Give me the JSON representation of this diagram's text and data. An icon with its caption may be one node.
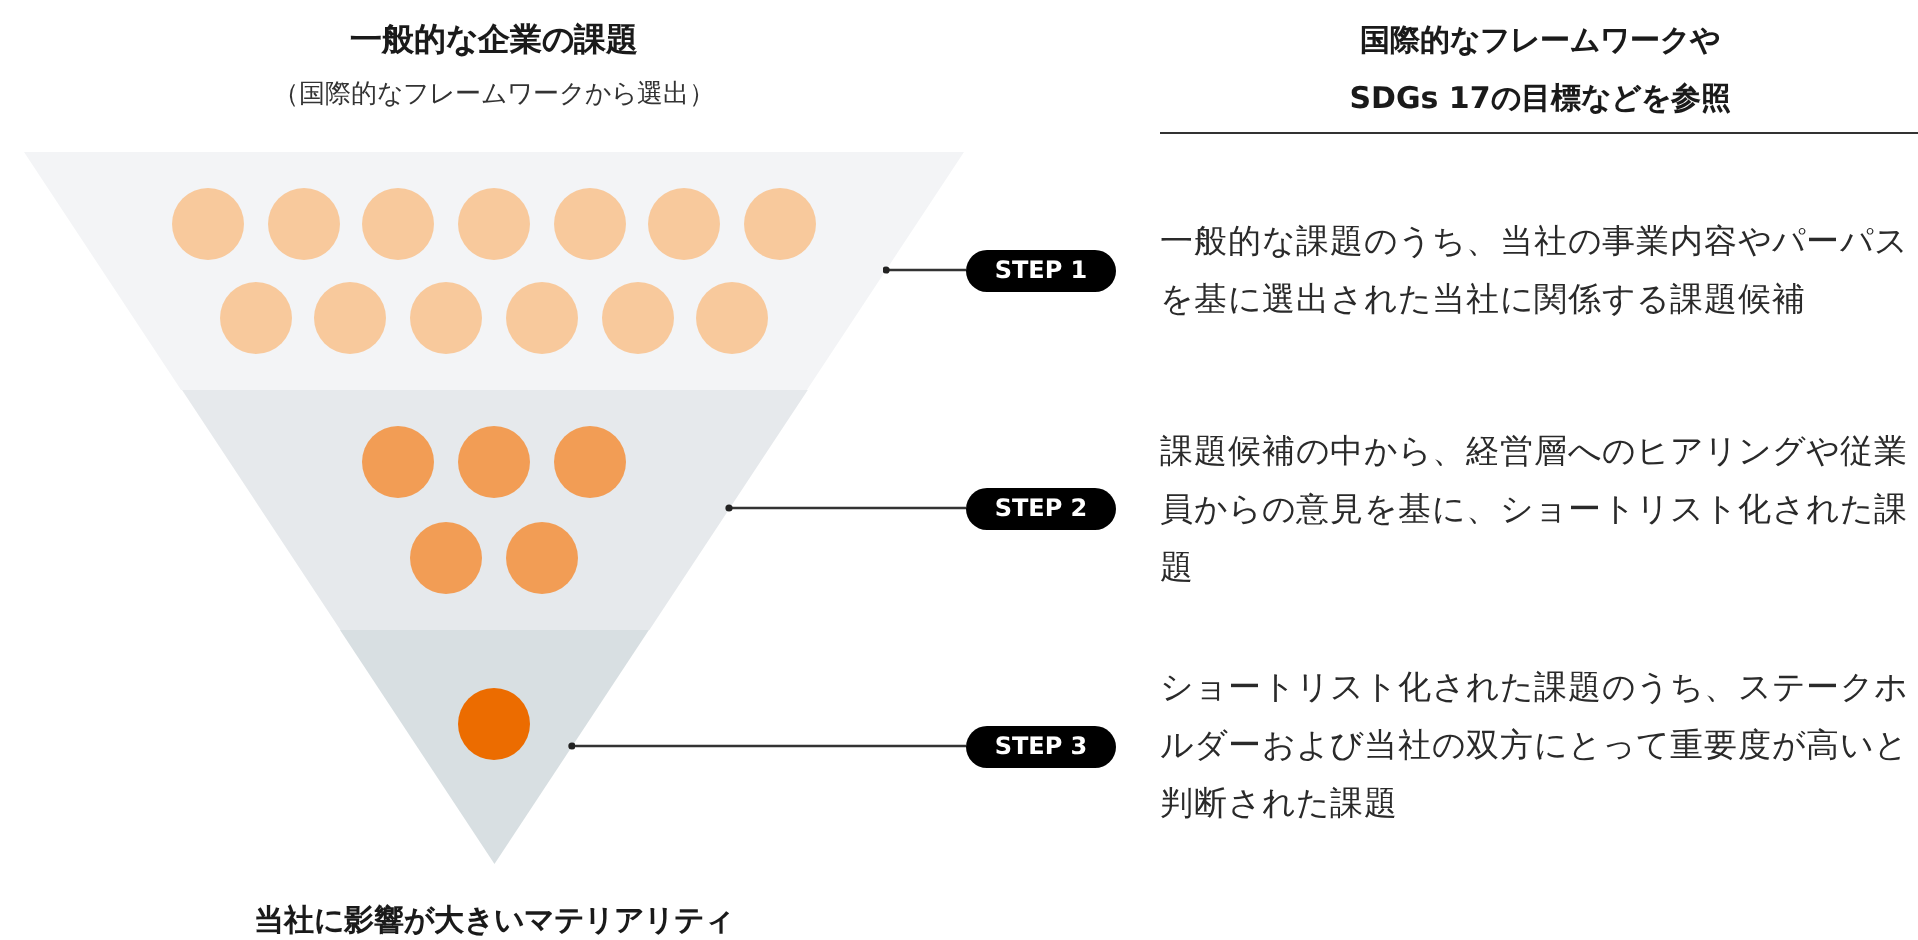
{
  "diagram": {
    "nodes": [
      {
        "text": [],
        "shape": "band"
      },
      {
        "text": [],
        "shape": "band"
      },
      {
        "text": [],
        "shape": "triangle"
      },
      {
        "text": [],
        "shape": "circle",
        "in": 0
      },
      {
        "text": [],
        "shape": "circle",
        "in": 0
      },
      {
        "text": [],
        "shape": "circle",
        "in": 0
      },
      {
        "text": [],
        "shape": "circle",
        "in": 0
      },
      {
        "text": [],
        "shape": "circle",
        "in": 0
      },
      {
        "text": [],
        "shape": "circle",
        "in": 0
      },
      {
        "text": [],
        "shape": "circle",
        "in": 0
      },
      {
        "text": [],
        "shape": "circle",
        "in": 0
      },
      {
        "text": [],
        "shape": "circle",
        "in": 0
      },
      {
        "text": [],
        "shape": "circle",
        "in": 0
      },
      {
        "text": [],
        "shape": "circle",
        "in": 0
      },
      {
        "text": [],
        "shape": "circle",
        "in": 0
      },
      {
        "text": [],
        "shape": "circle",
        "in": 0
      },
      {
        "text": [],
        "shape": "circle",
        "in": 1
      },
      {
        "text": [],
        "shape": "circle",
        "in": 1
      },
      {
        "text": [],
        "shape": "circle",
        "in": 1
      },
      {
        "text": [],
        "shape": "circle",
        "in": 1
      },
      {
        "text": [],
        "shape": "circle",
        "in": 1
      },
      {
        "text": [],
        "shape": "circle",
        "in": 2
      },
      {
        "text": [
          "STEP 1"
        ],
        "beside": [
          "一般的な課題のうち、当社の事業内容やパーパスを基に選出された当社に関係する課題候補"
        ]
      },
      {
        "text": [
          "STEP 2"
        ],
        "beside": [
          "課題候補の中から、経営層へのヒアリングや従業員からの意見を基に、ショートリスト化された課題"
        ]
      },
      {
        "text": [
          "STEP 3"
        ],
        "beside": [
          "ショートリスト化された課題のうち、ステークホルダーおよび当社の双方にとって重要度が高いと判断された課題"
        ]
      }
    ],
    "edges": [
      {
        "from": 22,
        "to": 0,
        "arrow": "other"
      },
      {
        "from": 23,
        "to": 1,
        "arrow": "other"
      },
      {
        "from": 24,
        "to": 2,
        "arrow": "other"
      }
    ],
    "labels": [
      "一般的な企業の課題",
      "（国際的なフレームワークから選出）",
      "国際的なフレームワークやSDGs 17の目標などを参照",
      "当社に影響が大きいマテリアリティ"
    ]
  }
}
